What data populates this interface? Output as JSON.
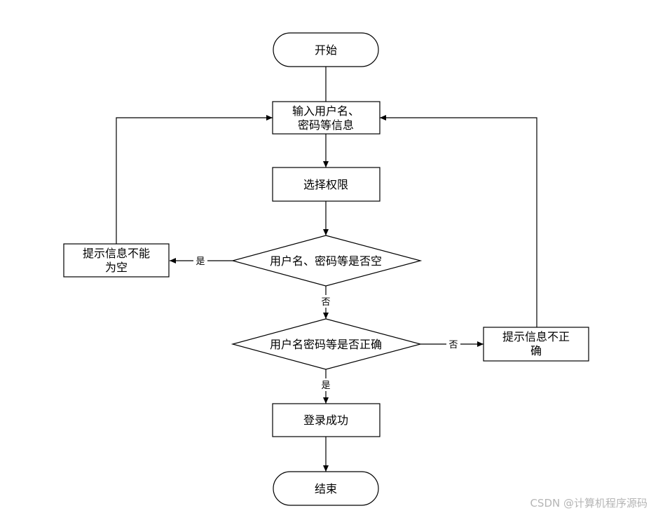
{
  "nodes": {
    "start": "开始",
    "input_line1": "输入用户名、",
    "input_line2": "密码等信息",
    "select_role": "选择权限",
    "empty_check": "用户名、密码等是否空",
    "empty_msg_line1": "提示信息不能",
    "empty_msg_line2": "为空",
    "correct_check": "用户名密码等是否正确",
    "wrong_msg_line1": "提示信息不正",
    "wrong_msg_line2": "确",
    "login_success": "登录成功",
    "end": "结束"
  },
  "edges": {
    "yes_to_empty_msg": "是",
    "no_to_correct_check": "否",
    "no_to_wrong_msg": "否",
    "yes_to_success": "是"
  },
  "watermark": "CSDN @计算机程序源码"
}
